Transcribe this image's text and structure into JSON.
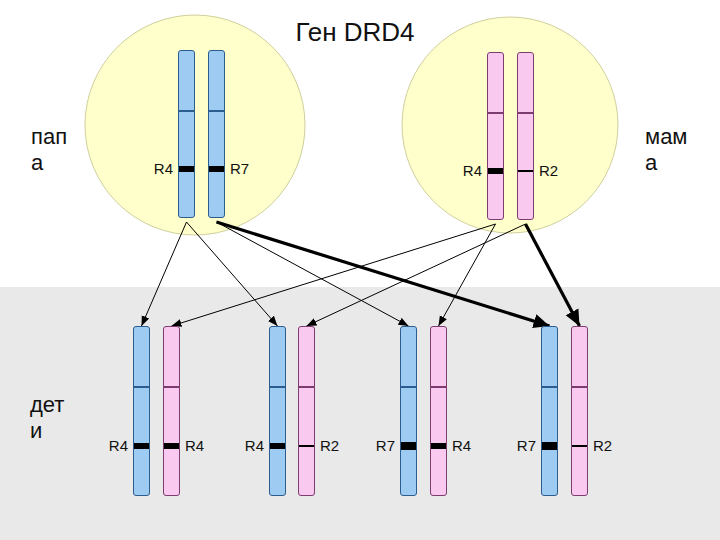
{
  "diagram": {
    "title": "Ген DRD4",
    "nodes": [
      {
        "text": [
          "папа"
        ]
      },
      {
        "text": [
          "R4"
        ],
        "in": 0
      },
      {
        "text": [
          "R7"
        ],
        "in": 0
      },
      {
        "text": [
          "мама"
        ]
      },
      {
        "text": [
          "R4"
        ],
        "in": 3
      },
      {
        "text": [
          "R2"
        ],
        "in": 3
      },
      {
        "text": [
          "дети"
        ]
      },
      {
        "text": [
          "R4"
        ],
        "in": 6
      },
      {
        "text": [
          "R4"
        ],
        "in": 6
      },
      {
        "text": [
          "R4"
        ],
        "in": 6
      },
      {
        "text": [
          "R2"
        ],
        "in": 6
      },
      {
        "text": [
          "R7"
        ],
        "in": 6
      },
      {
        "text": [
          "R4"
        ],
        "in": 6
      },
      {
        "text": [
          "R7"
        ],
        "in": 6
      },
      {
        "text": [
          "R2"
        ],
        "in": 6
      }
    ],
    "edges": [
      {
        "from": 1,
        "to": 7,
        "arrow": "to"
      },
      {
        "from": 1,
        "to": 9,
        "arrow": "to"
      },
      {
        "from": 2,
        "to": 11,
        "arrow": "to"
      },
      {
        "from": 2,
        "to": 13,
        "arrow": "to"
      },
      {
        "from": 4,
        "to": 8,
        "arrow": "to"
      },
      {
        "from": 4,
        "to": 12,
        "arrow": "to"
      },
      {
        "from": 5,
        "to": 10,
        "arrow": "to"
      },
      {
        "from": 5,
        "to": 14,
        "arrow": "to"
      }
    ]
  }
}
